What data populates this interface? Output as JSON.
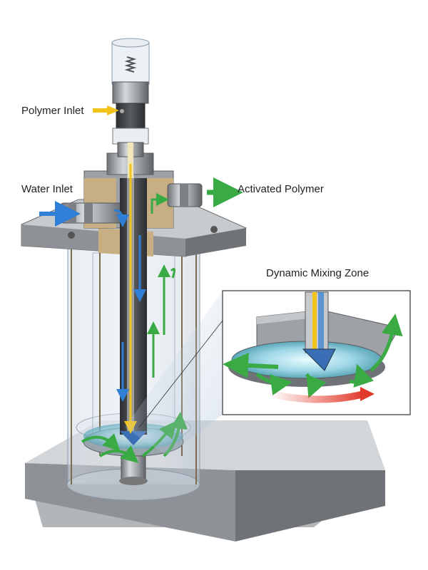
{
  "labels": {
    "polymer_inlet": "Polymer Inlet",
    "water_inlet": "Water Inlet",
    "activated_polymer": "Activated Polymer",
    "dynamic_mixing_zone": "Dynamic Mixing Zone"
  },
  "colors": {
    "water_flow": "#2f7fd6",
    "polymer_flow": "#f2c318",
    "activated_flow": "#3aaa45",
    "rotation_arrow": "#e23a2a",
    "steel": "#9a9ea3",
    "bronze_section": "#c8ae83"
  }
}
